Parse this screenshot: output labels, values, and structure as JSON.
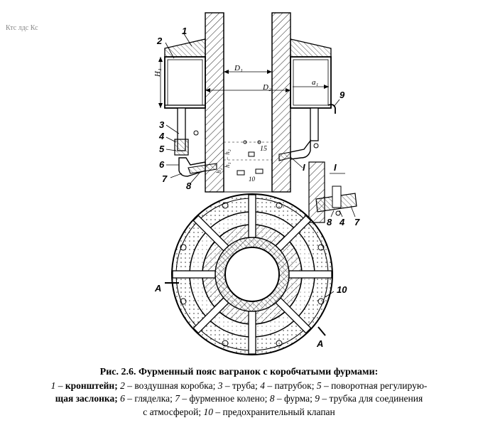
{
  "figure": {
    "scan_noise_text": "Ктс    лдс            Кс",
    "labels": {
      "n1": "1",
      "n2": "2",
      "n3": "3",
      "n4": "4",
      "n5": "5",
      "n6": "6",
      "n7": "7",
      "n8": "8",
      "n9": "9",
      "n10": "10",
      "H1": "H₁",
      "D1": "D₁",
      "D2": "D₂",
      "a1": "a₁",
      "h1h2": "h₁ − h₂",
      "h2": "h₂",
      "n15": "15",
      "n10_small": "10",
      "I_section": "I",
      "I_detail": "I",
      "d8": "8",
      "d4": "4",
      "d7": "7",
      "A_left": "A",
      "A_right": "A"
    }
  },
  "caption": {
    "title": "Рис. 2.6. Фурменный пояс вагранок с коробчатыми фурмами:",
    "line1": [
      {
        "num": "1",
        "sep": " – ",
        "text": "кронштейн; ",
        "bold": true
      },
      {
        "num": "2",
        "sep": " – ",
        "text": "воздушная коробка; "
      },
      {
        "num": "3",
        "sep": " – ",
        "text": "труба; "
      },
      {
        "num": "4",
        "sep": " – ",
        "text": "патрубок; "
      },
      {
        "num": "5",
        "sep": " – ",
        "text": "поворотная регулирую-"
      }
    ],
    "line2": [
      {
        "num": "",
        "sep": "",
        "text": "щая заслонка; ",
        "bold": true
      },
      {
        "num": "6",
        "sep": " – ",
        "text": "гляделка; "
      },
      {
        "num": "7",
        "sep": " – ",
        "text": "фурменное колено; "
      },
      {
        "num": "8",
        "sep": " – ",
        "text": "фурма; "
      },
      {
        "num": "9",
        "sep": " – ",
        "text": "трубка для соединения"
      }
    ],
    "line3": [
      {
        "num": "",
        "sep": "",
        "text": "с атмосферой; "
      },
      {
        "num": "10",
        "sep": " – ",
        "text": "предохранительный клапан"
      }
    ]
  }
}
